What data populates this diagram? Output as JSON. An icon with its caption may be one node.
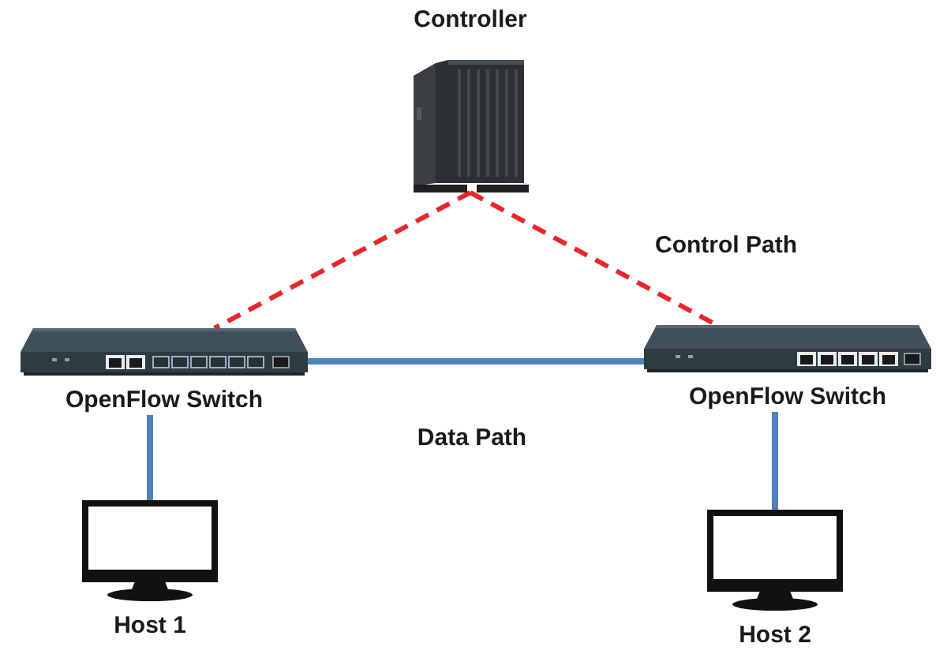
{
  "diagram": {
    "nodes": [
      {
        "text": [
          "Controller"
        ]
      },
      {
        "text": [
          "OpenFlow Switch"
        ]
      },
      {
        "text": [
          "OpenFlow Switch"
        ]
      },
      {
        "text": [
          "Host 1"
        ]
      },
      {
        "text": [
          "Host 2"
        ]
      }
    ],
    "edges": [
      {
        "from": 0,
        "to": 1,
        "arrow": "none",
        "style": "dashed",
        "color": "#e8262b"
      },
      {
        "from": 0,
        "to": 2,
        "arrow": "none",
        "label": "Control Path",
        "style": "dashed",
        "color": "#e8262b"
      },
      {
        "from": 3,
        "to": 1,
        "arrow": "none"
      },
      {
        "from": 1,
        "to": 2,
        "arrow": "none",
        "label": "Data Path"
      },
      {
        "from": 2,
        "to": 4,
        "arrow": "none"
      }
    ]
  }
}
